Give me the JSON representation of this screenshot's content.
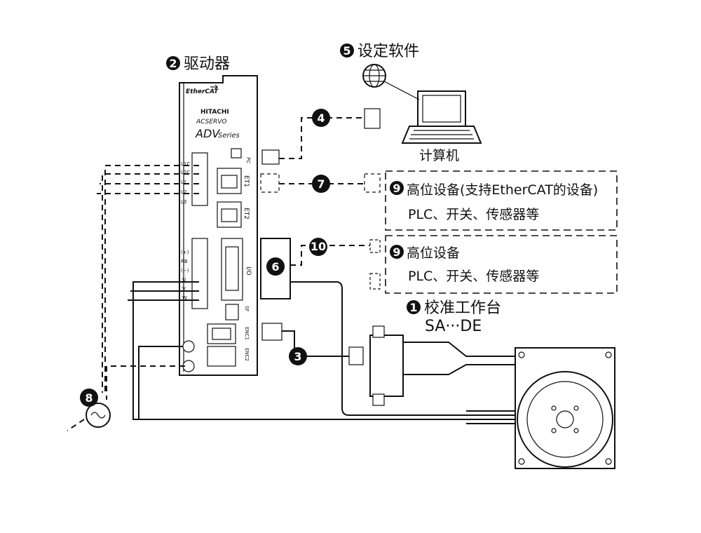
{
  "components": {
    "stage": {
      "num": "1",
      "title": "校准工作台",
      "model": "SA···DE"
    },
    "driver": {
      "num": "2",
      "title": "驱动器",
      "brand_logo": "EtherCAT",
      "maker": "HITACHI",
      "line": "ACSERVO",
      "series_main": "ADV",
      "series_sub": "Series",
      "ports": {
        "pc": "PC",
        "et1": "ET1",
        "et2": "ET2",
        "io": "I/O",
        "sf": "SF",
        "enc1": "ENC1",
        "enc2": "ENC2"
      },
      "power_terms": [
        "L1C",
        "L2C",
        "L1",
        "L2",
        "L3"
      ],
      "motor_terms": [
        "(+)",
        "RB",
        "(−)",
        "U",
        "V",
        "W"
      ]
    },
    "software": {
      "num": "5",
      "title": "设定软件",
      "computer_label": "计算机"
    },
    "host_ethercat": {
      "num": "9",
      "line1": "高位设备(支持EtherCAT的设备)",
      "line2": "PLC、开关、传感器等"
    },
    "host_io": {
      "num": "9",
      "line1": "高位设备",
      "line2": "PLC、开关、传感器等"
    }
  },
  "cable_badges": {
    "encoder_cable": "3",
    "pc_cable": "4",
    "io_connector": "6",
    "ethercat_cable": "7",
    "power_supply": "8",
    "io_cable": "10"
  }
}
